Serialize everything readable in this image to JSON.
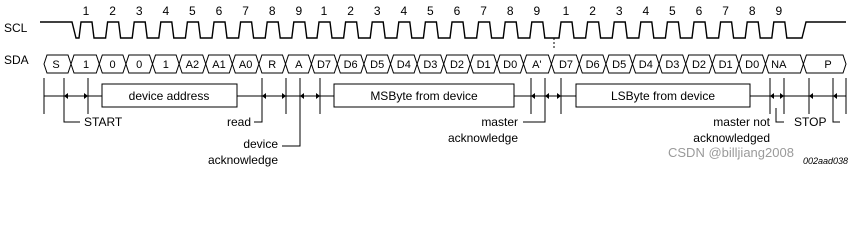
{
  "signals": {
    "clock": "SCL",
    "data": "SDA"
  },
  "clock_numbers": [
    "1",
    "2",
    "3",
    "4",
    "5",
    "6",
    "7",
    "8",
    "9",
    "1",
    "2",
    "3",
    "4",
    "5",
    "6",
    "7",
    "8",
    "9",
    "1",
    "2",
    "3",
    "4",
    "5",
    "6",
    "7",
    "8",
    "9"
  ],
  "sda_bits": [
    "S",
    "1",
    "0",
    "0",
    "1",
    "A2",
    "A1",
    "A0",
    "R",
    "A",
    "D7",
    "D6",
    "D5",
    "D4",
    "D3",
    "D2",
    "D1",
    "D0",
    "A'",
    "D7",
    "D6",
    "D5",
    "D4",
    "D3",
    "D2",
    "D1",
    "D0",
    "NA",
    "P"
  ],
  "fields": {
    "device_address": "device address",
    "msbyte": "MSByte from device",
    "lsbyte": "LSByte from device"
  },
  "annotations": {
    "start": "START",
    "read": "read",
    "device_ack_1": "device",
    "device_ack_2": "acknowledge",
    "master_ack_1": "master",
    "master_ack_2": "acknowledge",
    "master_nack_1": "master not",
    "master_nack_2": "acknowledged",
    "stop": "STOP"
  },
  "figure_id": "002aad038",
  "watermark": "CSDN @billjiang2008"
}
